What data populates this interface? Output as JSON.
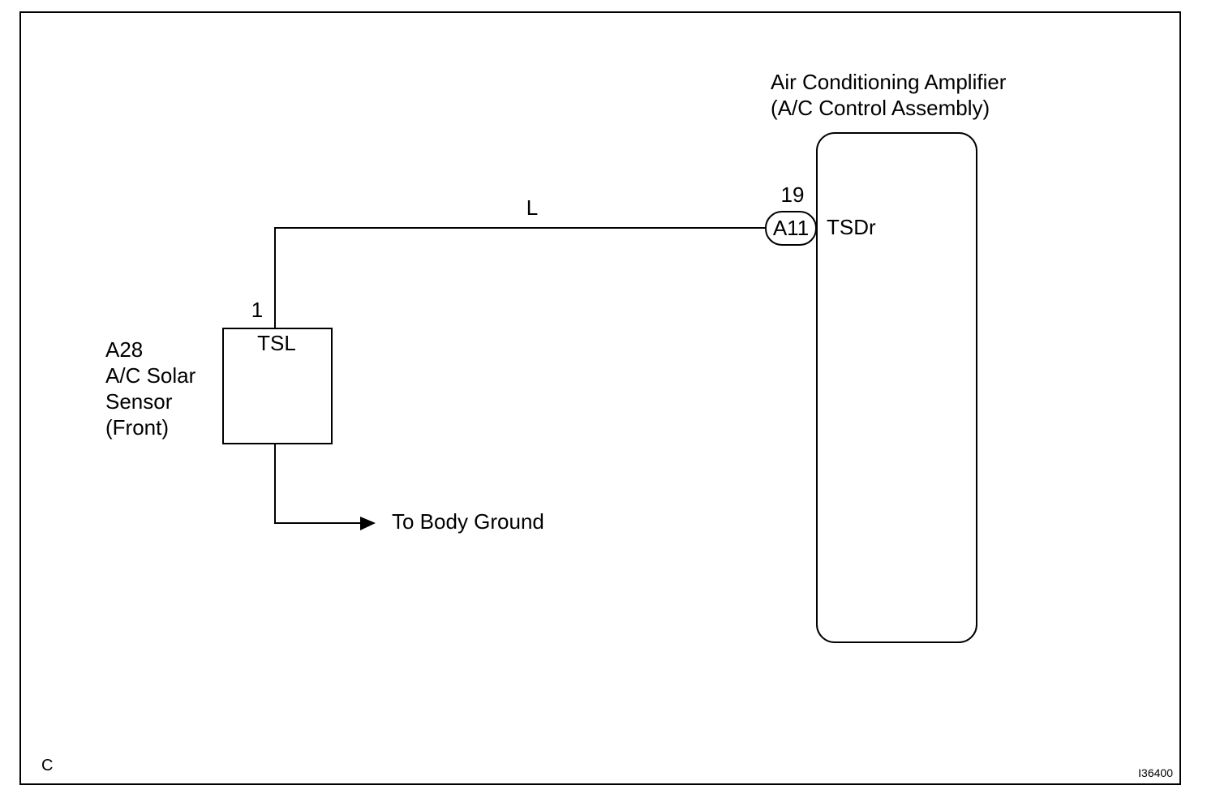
{
  "amplifier": {
    "name_line1": "Air Conditioning Amplifier",
    "name_line2": "(A/C Control Assembly)",
    "terminal_name": "TSDr",
    "pin_number": "19",
    "connector_code": "A11"
  },
  "sensor": {
    "code": "A28",
    "name_line1": "A/C Solar",
    "name_line2": "Sensor",
    "name_line3": "(Front)",
    "terminal_name": "TSL",
    "pin_number": "1"
  },
  "wire": {
    "color_code": "L"
  },
  "ground": {
    "label": "To Body Ground"
  },
  "footer": {
    "left_code": "C",
    "figure_id": "I36400"
  }
}
